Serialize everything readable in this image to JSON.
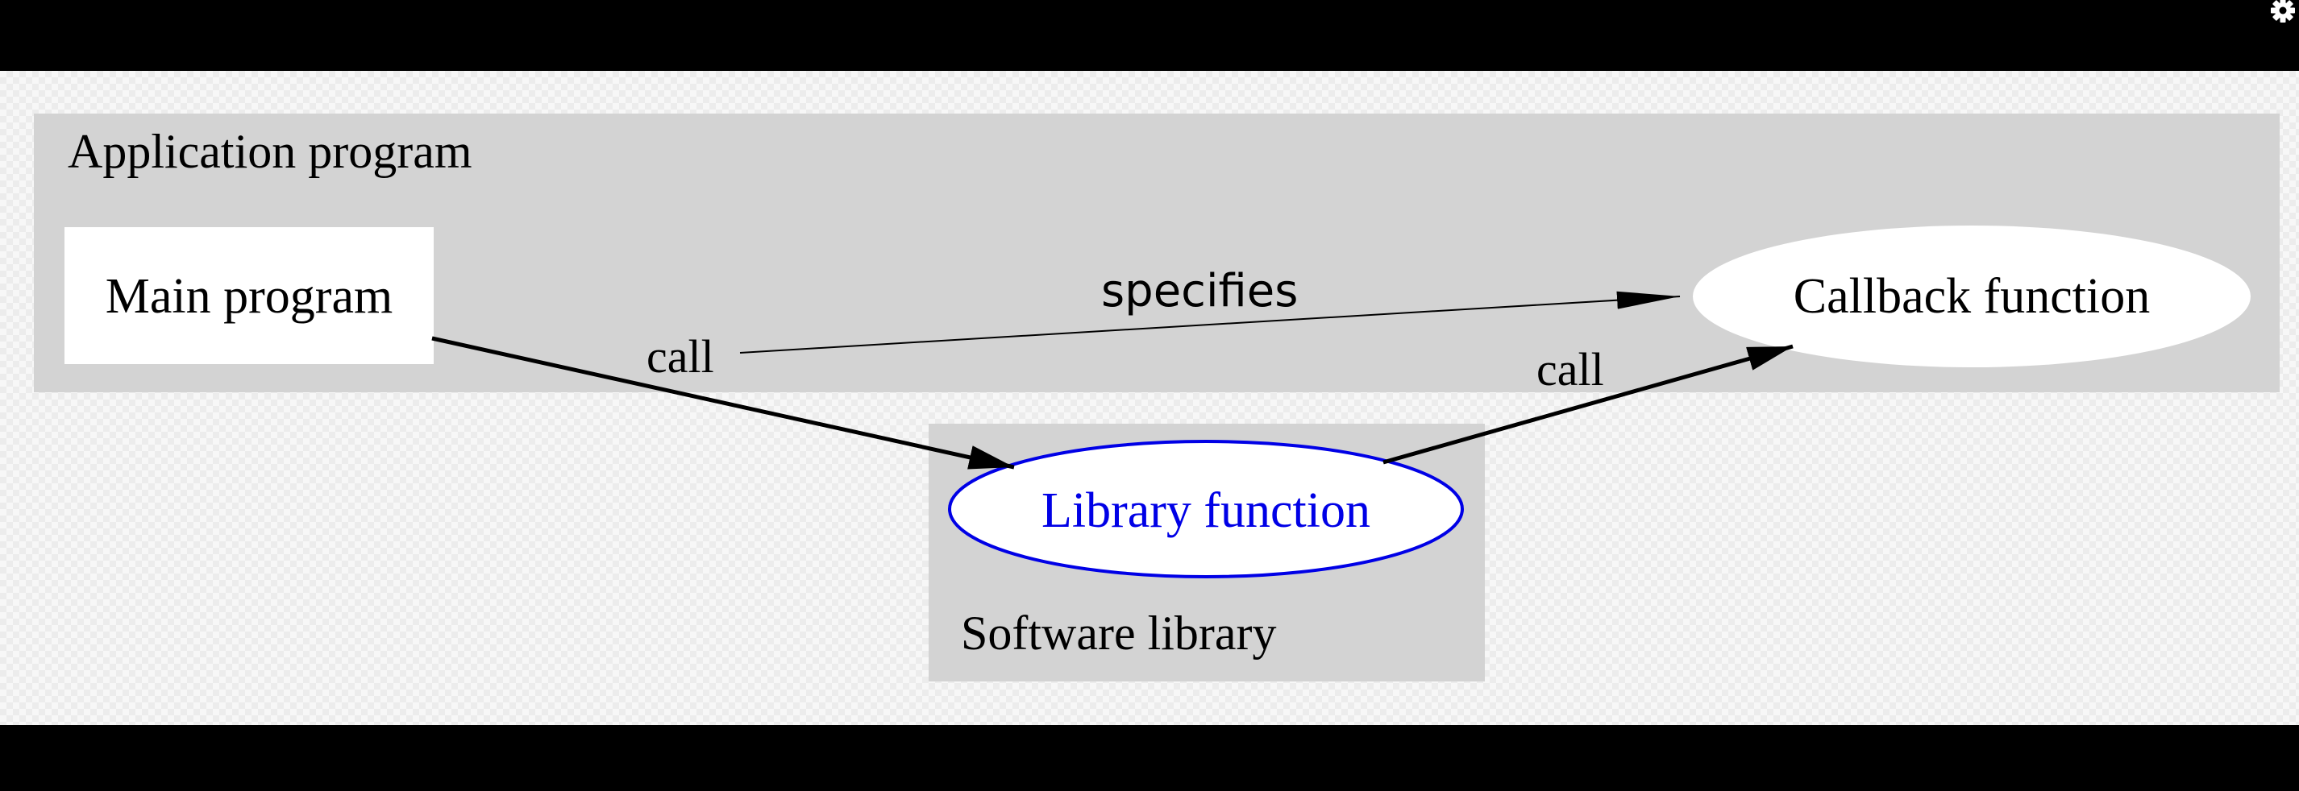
{
  "toolbar": {
    "settings_icon": "gear-icon"
  },
  "diagram": {
    "clusters": {
      "application": {
        "label": "Application program"
      },
      "library": {
        "label": "Software library"
      }
    },
    "nodes": {
      "main": {
        "label": "Main program",
        "shape": "box"
      },
      "callback": {
        "label": "Callback function",
        "shape": "ellipse"
      },
      "library_fn": {
        "label": "Library function",
        "shape": "ellipse",
        "color": "#0000e6"
      }
    },
    "edges": {
      "main_to_library": {
        "label": "call",
        "from": "Main program",
        "to": "Library function"
      },
      "specifies": {
        "label": "specifies",
        "from": "Main program",
        "to": "Callback function"
      },
      "library_to_callback": {
        "label": "call",
        "from": "Library function",
        "to": "Callback function"
      }
    }
  }
}
